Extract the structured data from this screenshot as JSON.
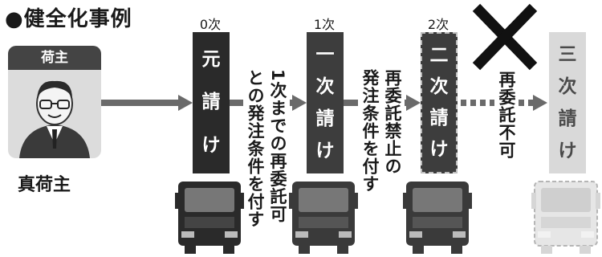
{
  "header": {
    "title": "●健全化事例"
  },
  "shipper": {
    "card_label": "荷主",
    "name": "真荷主"
  },
  "tiers": [
    {
      "label": "0次",
      "chars": [
        "元",
        "請",
        "け"
      ]
    },
    {
      "label": "1次",
      "chars": [
        "一",
        "次",
        "請",
        "け"
      ]
    },
    {
      "label": "2次",
      "chars": [
        "二",
        "次",
        "請",
        "け"
      ]
    },
    {
      "label": "",
      "chars": [
        "三",
        "次",
        "請",
        "け"
      ]
    }
  ],
  "notes": {
    "n1_col1": "1次までの再委託可",
    "n1_col2": "との発注条件を付す",
    "n2_col1": "再委託禁止の",
    "n2_col2": "発注条件を付す",
    "n3_col1": "再委託不可"
  },
  "colors": {
    "dark": "#2a2a2a",
    "pale": "#d9d9d9",
    "card": "#dcdcdc",
    "header": "#444444"
  },
  "icons": [
    "person-icon",
    "truck-icon",
    "forbidden-x-icon"
  ]
}
